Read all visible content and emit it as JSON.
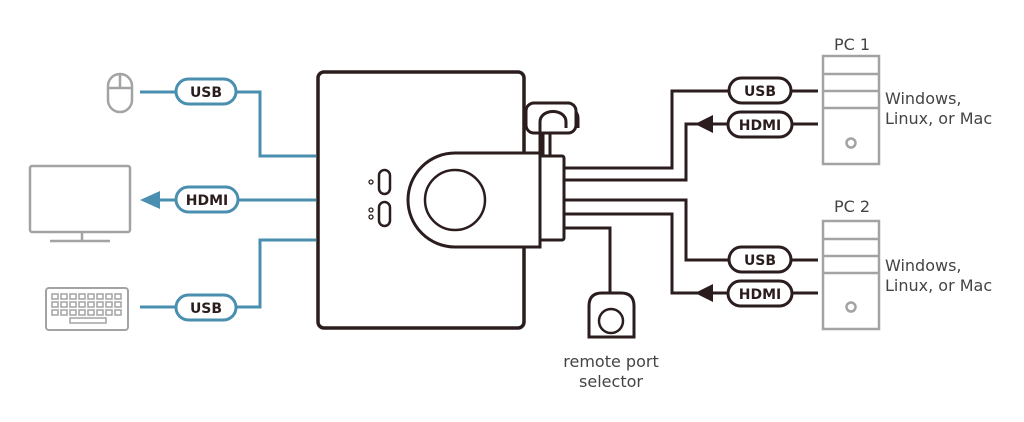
{
  "colors": {
    "teal": "#4a8fb0",
    "dark": "#2b1d1d",
    "gray": "#a3a3a3",
    "text": "#444444"
  },
  "console": {
    "mouse": {
      "icon": "mouse-icon",
      "cable_label": "USB"
    },
    "monitor": {
      "icon": "monitor-icon",
      "cable_label": "HDMI"
    },
    "keyboard": {
      "icon": "keyboard-icon",
      "cable_label": "USB"
    }
  },
  "pc1": {
    "title": "PC 1",
    "os_line1": "Windows,",
    "os_line2": "Linux, or Mac",
    "usb_label": "USB",
    "hdmi_label": "HDMI"
  },
  "pc2": {
    "title": "PC 2",
    "os_line1": "Windows,",
    "os_line2": "Linux, or Mac",
    "usb_label": "USB",
    "hdmi_label": "HDMI"
  },
  "remote": {
    "line1": "remote port",
    "line2": "selector"
  }
}
